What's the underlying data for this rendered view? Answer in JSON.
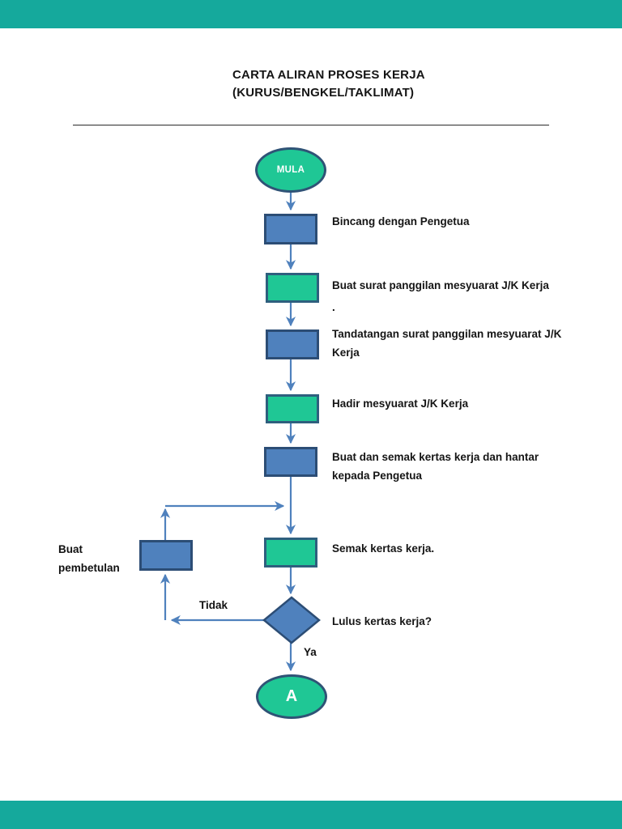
{
  "page": {
    "title_line1": "CARTA ALIRAN PROSES KERJA",
    "title_line2": "(KURUS/BENGKEL/TAKLIMAT)"
  },
  "colors": {
    "bar": "#15A99C",
    "blue_fill": "#4F81BD",
    "blue_border": "#2C4D75",
    "green_fill": "#1FC795",
    "green_border": "#2E5F7E",
    "oval_border": "#2F5376",
    "arrow": "#4F81BD"
  },
  "flowchart": {
    "start": {
      "label": "MULA"
    },
    "steps": [
      {
        "color": "blue",
        "lines": [
          "Bincang dengan Pengetua"
        ]
      },
      {
        "color": "green",
        "lines": [
          "Buat surat panggilan mesyuarat J/K Kerja"
        ],
        "note": "."
      },
      {
        "color": "blue",
        "lines": [
          "Tandatangan surat panggilan mesyuarat J/K",
          "Kerja"
        ]
      },
      {
        "color": "green",
        "lines": [
          "Hadir mesyuarat J/K Kerja"
        ]
      },
      {
        "color": "blue",
        "lines": [
          "Buat dan semak kertas kerja dan hantar",
          "kepada Pengetua"
        ]
      },
      {
        "color": "green",
        "lines": [
          "Semak kertas kerja."
        ]
      }
    ],
    "correction": {
      "lines": [
        "Buat",
        "pembetulan"
      ]
    },
    "decision": {
      "label": "Lulus kertas kerja?",
      "no_label": "Tidak",
      "yes_label": "Ya"
    },
    "end": {
      "label": "A"
    }
  }
}
